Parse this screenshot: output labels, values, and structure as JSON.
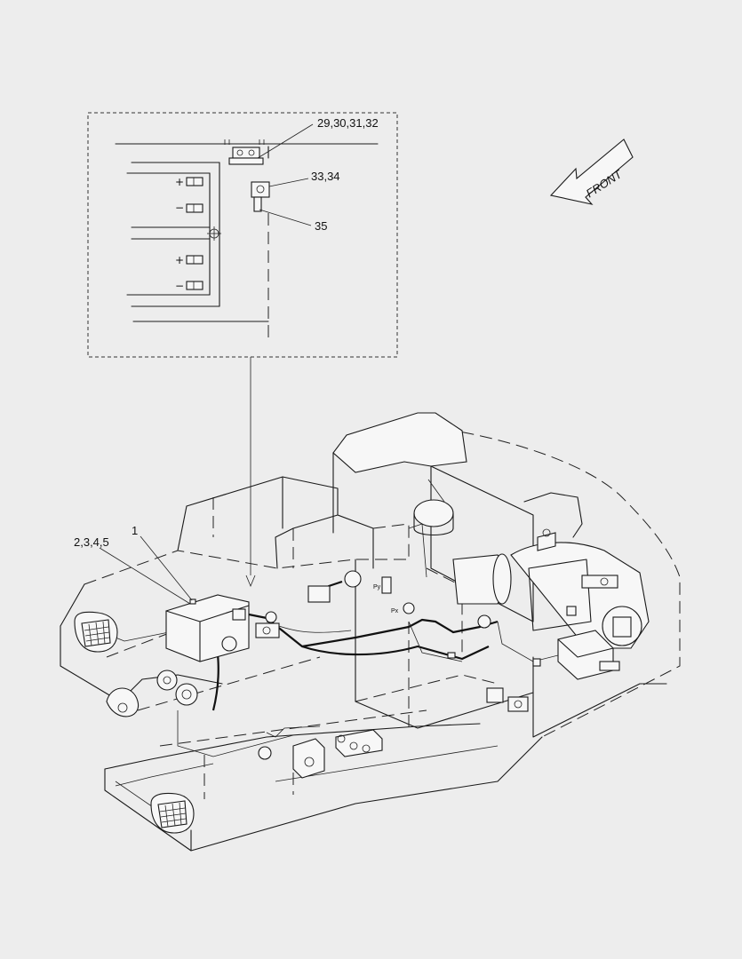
{
  "callouts": {
    "c1": "29,30,31,32",
    "c2": "33,34",
    "c3": "35",
    "c4": "1",
    "c5": "2,3,4,5"
  },
  "front_arrow": {
    "label": "FRONT",
    "icon": "direction-arrow-icon"
  },
  "battery_terminals": {
    "plus": "+",
    "minus": "−"
  },
  "sensor_marks": {
    "py": "Py",
    "px": "Px"
  }
}
